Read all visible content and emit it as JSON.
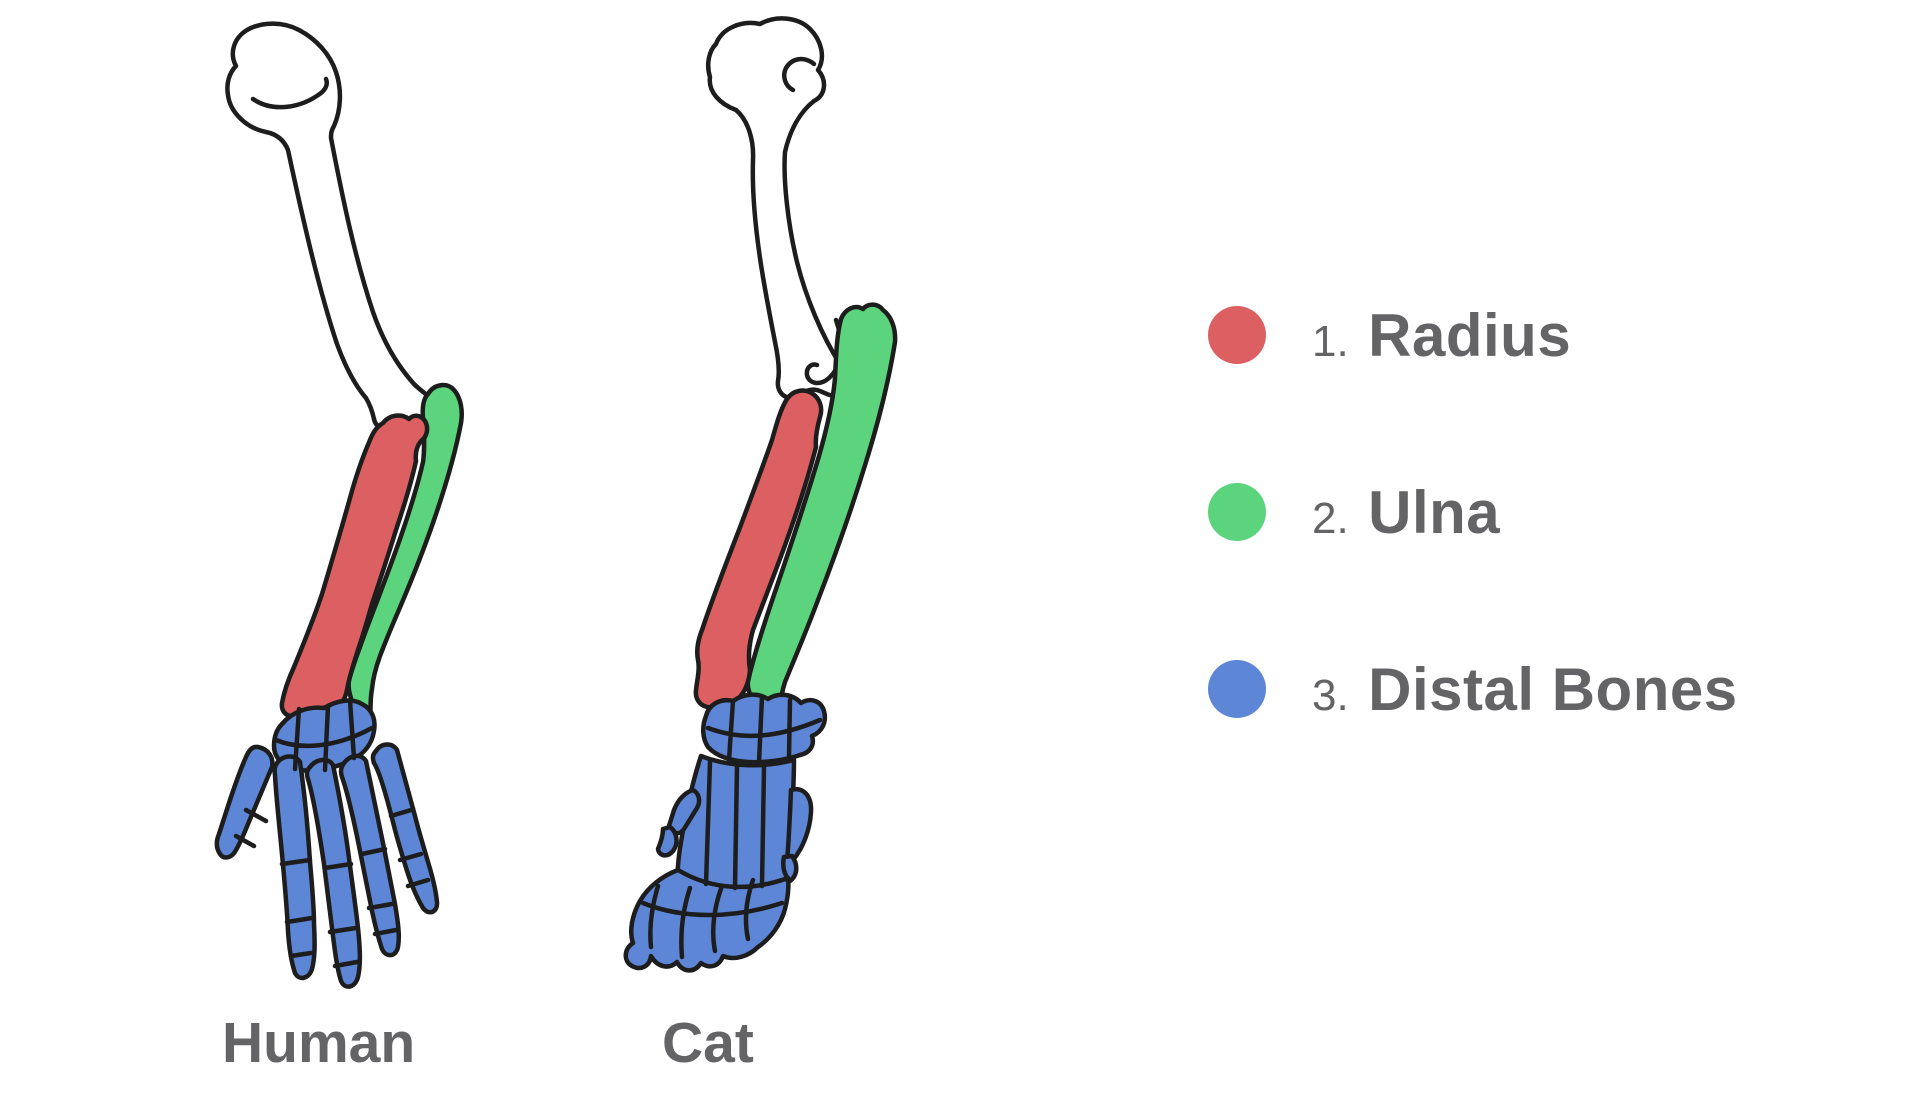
{
  "specimens": [
    {
      "label": "Human"
    },
    {
      "label": "Cat"
    }
  ],
  "legend": [
    {
      "number": "1.",
      "name": "Radius",
      "color": "#DC5F62"
    },
    {
      "number": "2.",
      "name": "Ulna",
      "color": "#5BD47D"
    },
    {
      "number": "3.",
      "name": "Distal Bones",
      "color": "#5D86D6"
    }
  ],
  "colors": {
    "radius": "#DC5F62",
    "ulna": "#5BD47D",
    "distal": "#5D86D6",
    "bone_fill": "#FFFFFF",
    "outline": "#1D1D1D",
    "label_text": "#646466",
    "background": "#FFFFFF"
  }
}
